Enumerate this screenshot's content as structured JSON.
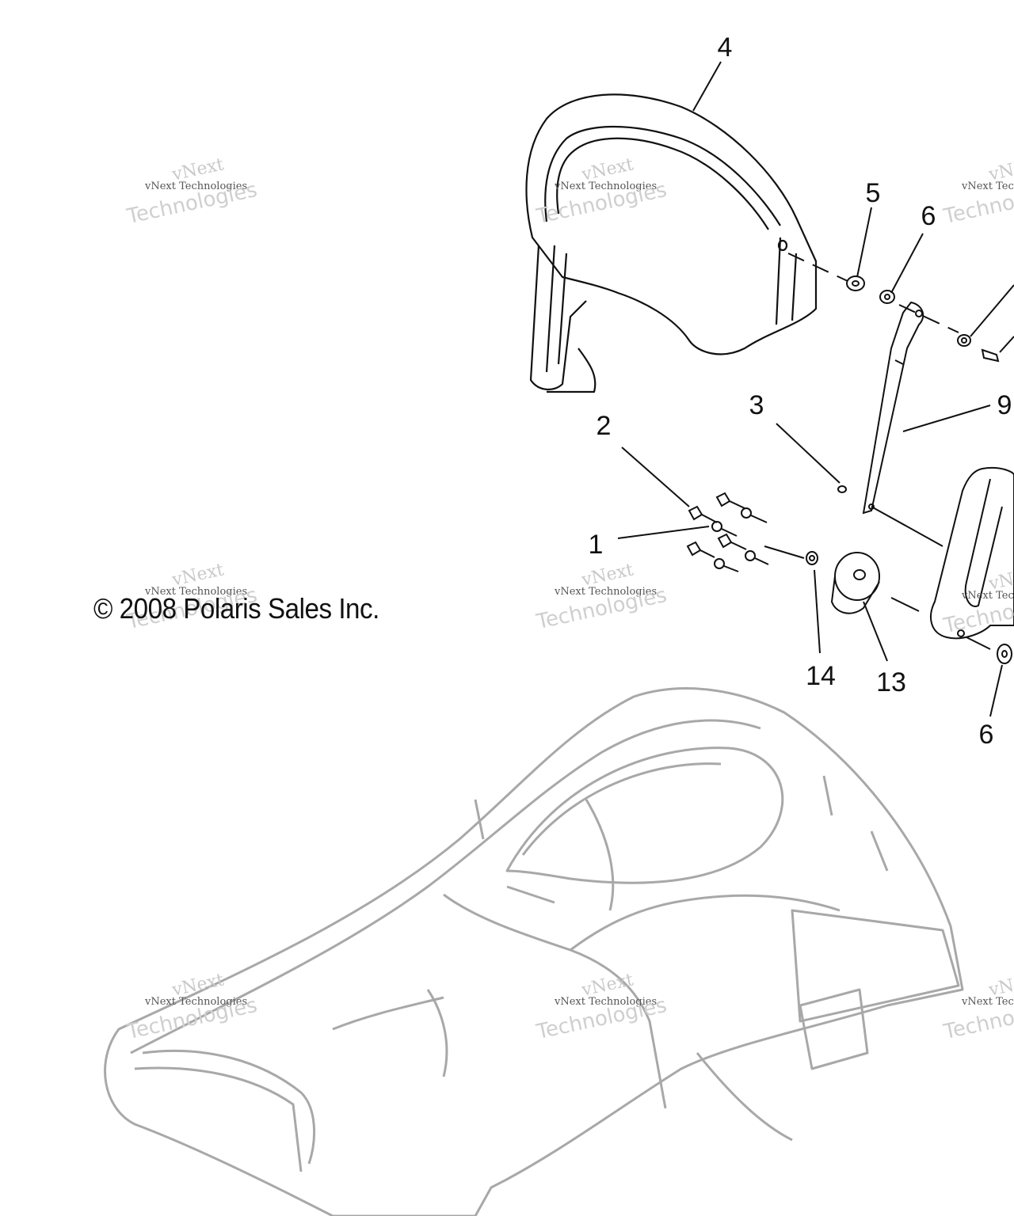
{
  "copyright": "© 2008 Polaris Sales Inc.",
  "watermark": {
    "brand": "vNext",
    "company": "vNext Technologies",
    "tagline": "Technologies"
  },
  "callouts": {
    "c1": "1",
    "c2": "2",
    "c3": "3",
    "c4": "4",
    "c5": "5",
    "c6a": "6",
    "c6b": "6",
    "c9": "9",
    "c13": "13",
    "c14": "14"
  },
  "colors": {
    "line": "#111111",
    "seat": "#a8a8a8",
    "watermark": "#c0c0c0"
  }
}
